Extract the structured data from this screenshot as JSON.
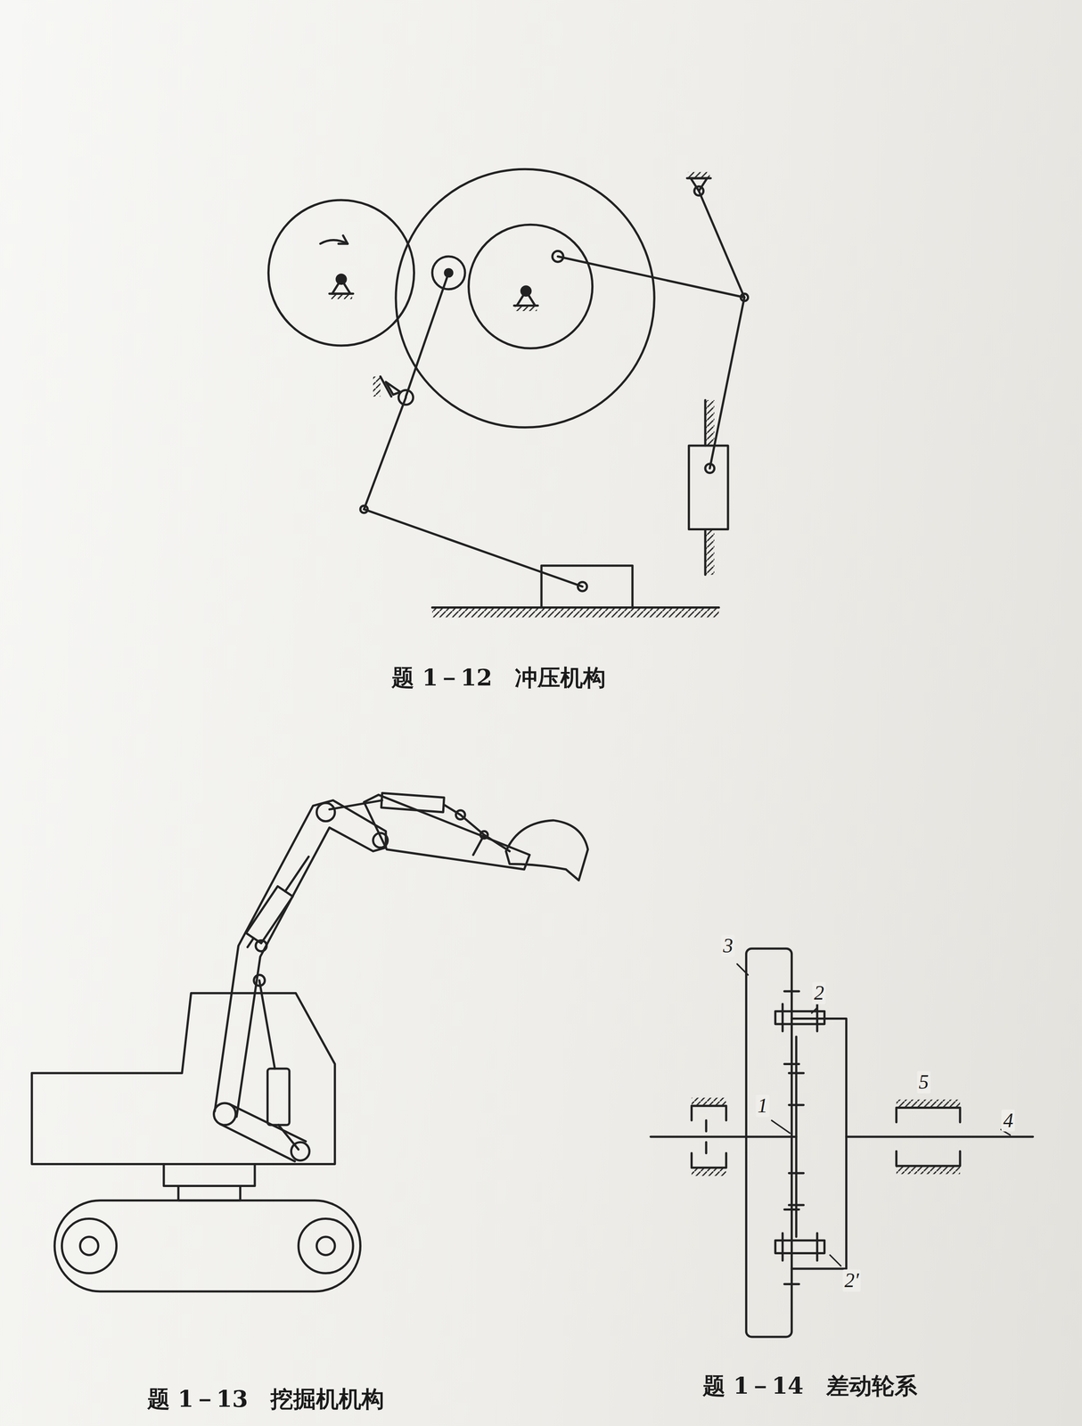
{
  "diagram": {
    "labels": [
      "题 1－12　冲压机构",
      "3",
      "2",
      "1",
      "5",
      "4",
      "2′",
      "题 1－13　挖掘机机构",
      "题 1－14　差动轮系"
    ]
  }
}
